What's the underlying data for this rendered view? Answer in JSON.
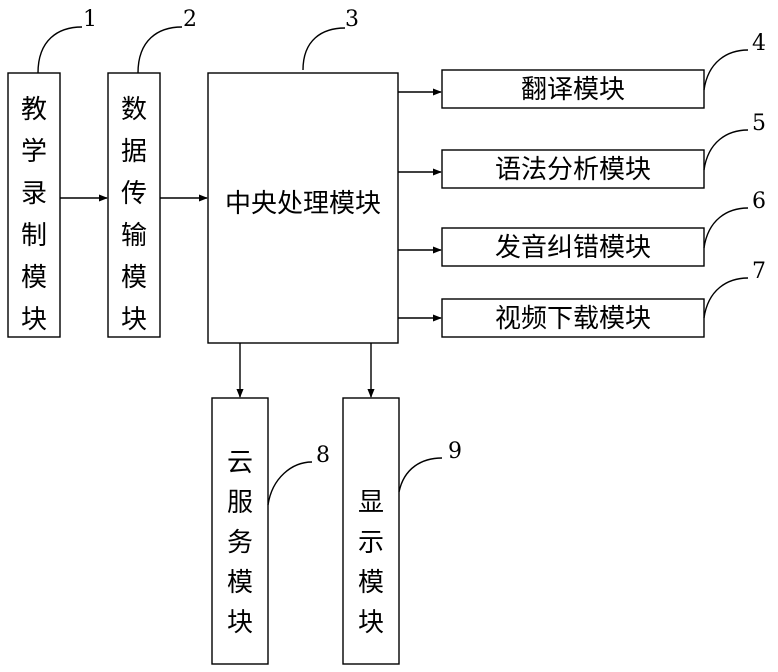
{
  "modules": [
    {
      "id": "teaching_recording",
      "label": "教学录制模块",
      "number": "1"
    },
    {
      "id": "data_transmission",
      "label": "数据传输模块",
      "number": "2"
    },
    {
      "id": "central_processing",
      "label": "中央处理模块",
      "number": "3"
    },
    {
      "id": "translation",
      "label": "翻译模块",
      "number": "4"
    },
    {
      "id": "grammar_analysis",
      "label": "语法分析模块",
      "number": "5"
    },
    {
      "id": "pronunciation_correction",
      "label": "发音纠错模块",
      "number": "6"
    },
    {
      "id": "video_download",
      "label": "视频下载模块",
      "number": "7"
    },
    {
      "id": "cloud_service",
      "label": "云服务模块",
      "number": "8"
    },
    {
      "id": "display",
      "label": "显示模块",
      "number": "9"
    }
  ],
  "connections": [
    {
      "from": "teaching_recording",
      "to": "data_transmission"
    },
    {
      "from": "data_transmission",
      "to": "central_processing"
    },
    {
      "from": "central_processing",
      "to": "translation"
    },
    {
      "from": "central_processing",
      "to": "grammar_analysis"
    },
    {
      "from": "central_processing",
      "to": "pronunciation_correction"
    },
    {
      "from": "central_processing",
      "to": "video_download"
    },
    {
      "from": "central_processing",
      "to": "cloud_service"
    },
    {
      "from": "central_processing",
      "to": "display"
    }
  ]
}
